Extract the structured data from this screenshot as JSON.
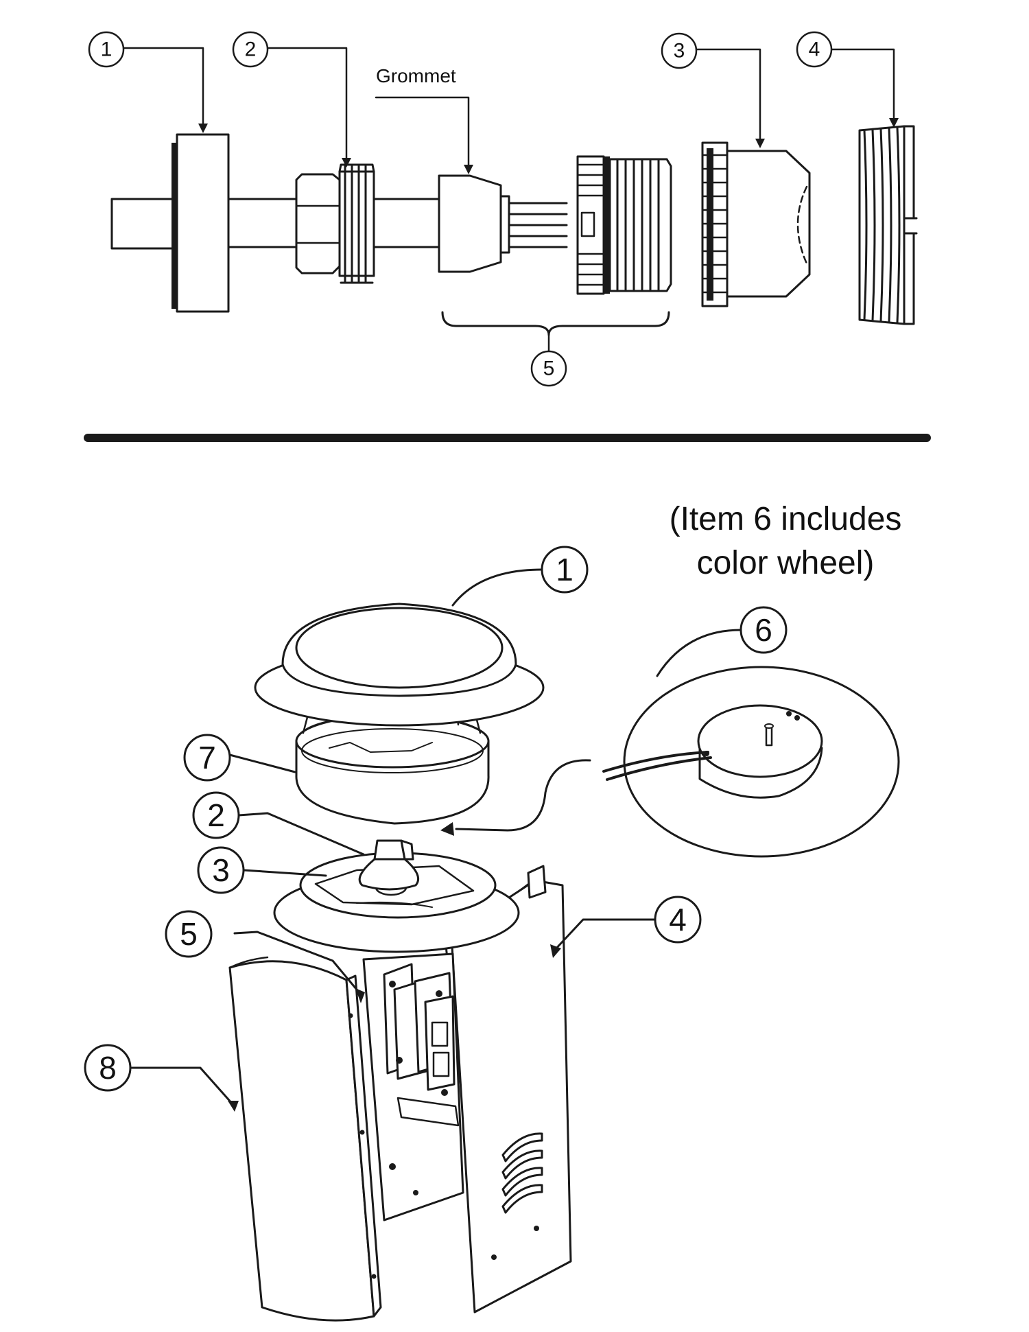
{
  "top_callouts": {
    "c1": "1",
    "c2": "2",
    "c3": "3",
    "c4": "4",
    "c5": "5"
  },
  "grommet_label": "Grommet",
  "bottom_callouts": {
    "c1": "1",
    "c2": "2",
    "c3": "3",
    "c4": "4",
    "c5": "5",
    "c6": "6",
    "c7": "7",
    "c8": "8"
  },
  "note": {
    "line1": "(Item 6 includes",
    "line2": "color wheel)"
  },
  "colors": {
    "ink": "#1a1a1a",
    "paper": "#ffffff",
    "shade": "#e6e6e6"
  }
}
